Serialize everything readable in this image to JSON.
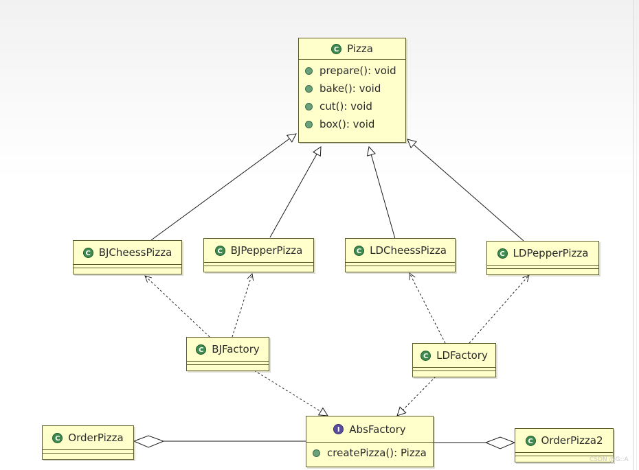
{
  "diagram": {
    "classes": {
      "pizza": {
        "stereotype_icon": "class-icon",
        "name": "Pizza",
        "methods": [
          "prepare(): void",
          "bake(): void",
          "cut(): void",
          "box(): void"
        ]
      },
      "bj_chees_pizza": {
        "stereotype_icon": "class-icon",
        "name": "BJCheessPizza"
      },
      "bj_pepper_pizza": {
        "stereotype_icon": "class-icon",
        "name": "BJPepperPizza"
      },
      "ld_chees_pizza": {
        "stereotype_icon": "class-icon",
        "name": "LDCheessPizza"
      },
      "ld_pepper_pizza": {
        "stereotype_icon": "class-icon",
        "name": "LDPepperPizza"
      },
      "bj_factory": {
        "stereotype_icon": "class-icon",
        "name": "BJFactory"
      },
      "ld_factory": {
        "stereotype_icon": "class-icon",
        "name": "LDFactory"
      },
      "abs_factory": {
        "stereotype_icon": "interface-icon",
        "name": "AbsFactory",
        "methods": [
          "createPizza(): Pizza"
        ]
      },
      "order_pizza": {
        "stereotype_icon": "class-icon",
        "name": "OrderPizza"
      },
      "order_pizza2": {
        "stereotype_icon": "class-icon",
        "name": "OrderPizza2"
      }
    },
    "badges": {
      "class": "C",
      "interface": "I"
    },
    "relations": [
      {
        "type": "generalization",
        "from": "BJCheessPizza",
        "to": "Pizza"
      },
      {
        "type": "generalization",
        "from": "BJPepperPizza",
        "to": "Pizza"
      },
      {
        "type": "generalization",
        "from": "LDCheessPizza",
        "to": "Pizza"
      },
      {
        "type": "generalization",
        "from": "LDPepperPizza",
        "to": "Pizza"
      },
      {
        "type": "dependency",
        "from": "BJFactory",
        "to": "BJCheessPizza"
      },
      {
        "type": "dependency",
        "from": "BJFactory",
        "to": "BJPepperPizza"
      },
      {
        "type": "dependency",
        "from": "LDFactory",
        "to": "LDCheessPizza"
      },
      {
        "type": "dependency",
        "from": "LDFactory",
        "to": "LDPepperPizza"
      },
      {
        "type": "realization",
        "from": "BJFactory",
        "to": "AbsFactory"
      },
      {
        "type": "realization",
        "from": "LDFactory",
        "to": "AbsFactory"
      },
      {
        "type": "aggregation",
        "from": "AbsFactory",
        "to": "OrderPizza"
      },
      {
        "type": "aggregation",
        "from": "AbsFactory",
        "to": "OrderPizza2"
      }
    ],
    "colors": {
      "class_fill": "#ffffcc",
      "class_border": "#5a5a28",
      "class_badge": "#3f8a4e",
      "interface_badge": "#5a4e9c",
      "line": "#1a1a1a"
    },
    "watermark": "CSDN @G::A"
  }
}
